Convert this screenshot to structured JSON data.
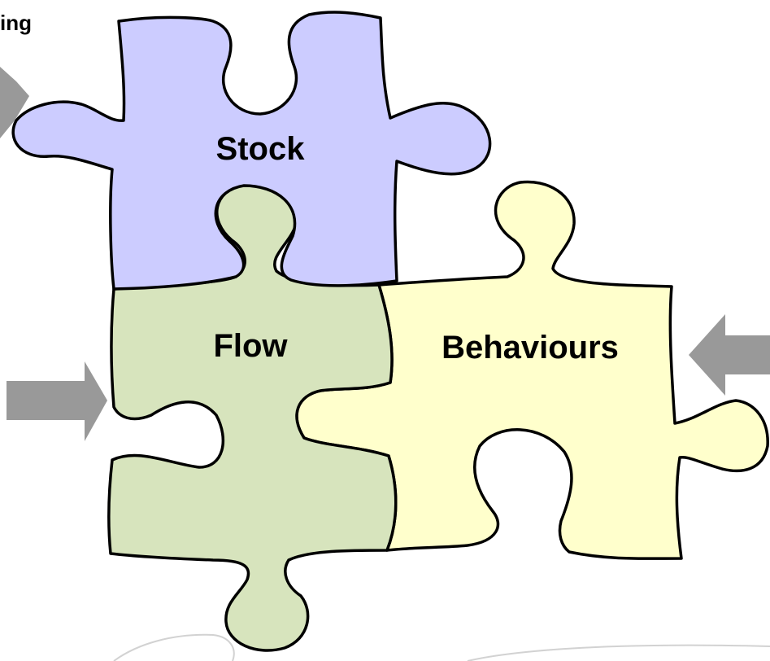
{
  "diagram": {
    "pieces": {
      "stock": {
        "label": "Stock",
        "color": "#ccccff"
      },
      "flow": {
        "label": "Flow",
        "color": "#d7e4bd"
      },
      "behaviours": {
        "label": "Behaviours",
        "color": "#ffffcc"
      }
    },
    "cropped_label": "ing",
    "arrow_color": "#999999"
  }
}
